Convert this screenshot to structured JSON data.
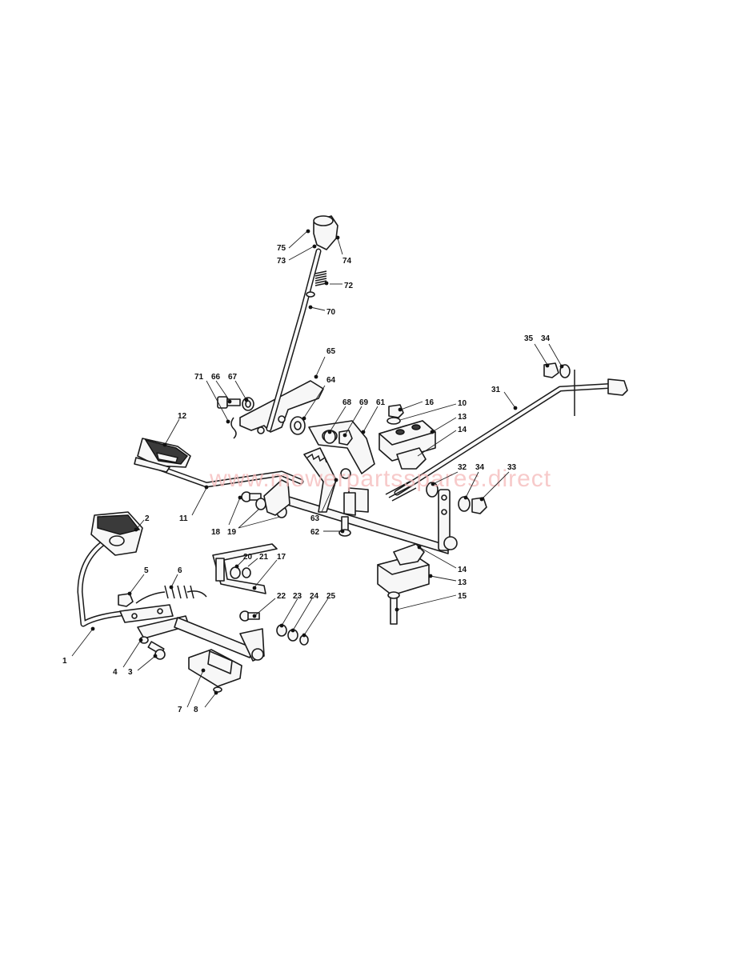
{
  "watermark": "www.mowerpartsspares.direct",
  "callouts": [
    {
      "id": "c1",
      "text": "1"
    },
    {
      "id": "c2",
      "text": "2"
    },
    {
      "id": "c3",
      "text": "3"
    },
    {
      "id": "c4",
      "text": "4"
    },
    {
      "id": "c5",
      "text": "5"
    },
    {
      "id": "c6",
      "text": "6"
    },
    {
      "id": "c7",
      "text": "7"
    },
    {
      "id": "c8",
      "text": "8"
    },
    {
      "id": "c10",
      "text": "10"
    },
    {
      "id": "c11",
      "text": "11"
    },
    {
      "id": "c12",
      "text": "12"
    },
    {
      "id": "c13a",
      "text": "13"
    },
    {
      "id": "c13b",
      "text": "13"
    },
    {
      "id": "c14a",
      "text": "14"
    },
    {
      "id": "c14b",
      "text": "14"
    },
    {
      "id": "c15",
      "text": "15"
    },
    {
      "id": "c16",
      "text": "16"
    },
    {
      "id": "c17",
      "text": "17"
    },
    {
      "id": "c18",
      "text": "18"
    },
    {
      "id": "c19",
      "text": "19"
    },
    {
      "id": "c20",
      "text": "20"
    },
    {
      "id": "c21",
      "text": "21"
    },
    {
      "id": "c22",
      "text": "22"
    },
    {
      "id": "c23",
      "text": "23"
    },
    {
      "id": "c24",
      "text": "24"
    },
    {
      "id": "c25",
      "text": "25"
    },
    {
      "id": "c31",
      "text": "31"
    },
    {
      "id": "c32",
      "text": "32"
    },
    {
      "id": "c33",
      "text": "33"
    },
    {
      "id": "c34a",
      "text": "34"
    },
    {
      "id": "c34b",
      "text": "34"
    },
    {
      "id": "c35",
      "text": "35"
    },
    {
      "id": "c61",
      "text": "61"
    },
    {
      "id": "c62",
      "text": "62"
    },
    {
      "id": "c63",
      "text": "63"
    },
    {
      "id": "c64",
      "text": "64"
    },
    {
      "id": "c65",
      "text": "65"
    },
    {
      "id": "c66",
      "text": "66"
    },
    {
      "id": "c67",
      "text": "67"
    },
    {
      "id": "c68",
      "text": "68"
    },
    {
      "id": "c69",
      "text": "69"
    },
    {
      "id": "c70",
      "text": "70"
    },
    {
      "id": "c71",
      "text": "71"
    },
    {
      "id": "c72",
      "text": "72"
    },
    {
      "id": "c73",
      "text": "73"
    },
    {
      "id": "c74",
      "text": "74"
    },
    {
      "id": "c75",
      "text": "75"
    }
  ]
}
